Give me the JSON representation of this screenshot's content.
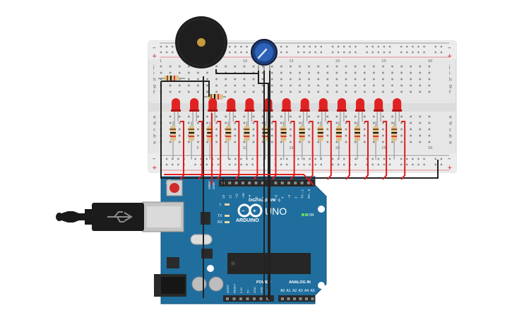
{
  "breadboard": {
    "row_letters_top": [
      "j",
      "i",
      "h",
      "g",
      "f"
    ],
    "row_letters_bottom": [
      "e",
      "d",
      "c",
      "b",
      "a"
    ],
    "column_numbers": [
      "1",
      "5",
      "10",
      "15",
      "20",
      "25",
      "30"
    ],
    "rail_minus": "–",
    "rail_plus": "+"
  },
  "arduino": {
    "brand": "ARDUINO",
    "model": "UNO",
    "on_label": "ON",
    "digital_label": "DIGITAL (PWM ~)",
    "power_label": "POWER",
    "analog_label": "ANALOG IN",
    "aref_label": "AREF",
    "gnd_label": "GND",
    "l_label": "L",
    "tx_label": "TX",
    "rx_label": "RX",
    "digital_pins": [
      "13",
      "12",
      "~11",
      "~10",
      "~9",
      "8",
      "7",
      "~6",
      "~5",
      "4",
      "~3",
      "2",
      "TX→1",
      "RX←0"
    ],
    "power_pins": [
      "IOREF",
      "RESET",
      "3.3V",
      "5V",
      "GND",
      "GND",
      "VIN"
    ],
    "analog_pins": [
      "A0",
      "A1",
      "A2",
      "A3",
      "A4",
      "A5"
    ]
  },
  "components": {
    "led_color": "#e02222",
    "wire_red": "#e21b1b",
    "wire_black": "#222222",
    "board_color": "#1f6e9e",
    "led_count": 13
  }
}
